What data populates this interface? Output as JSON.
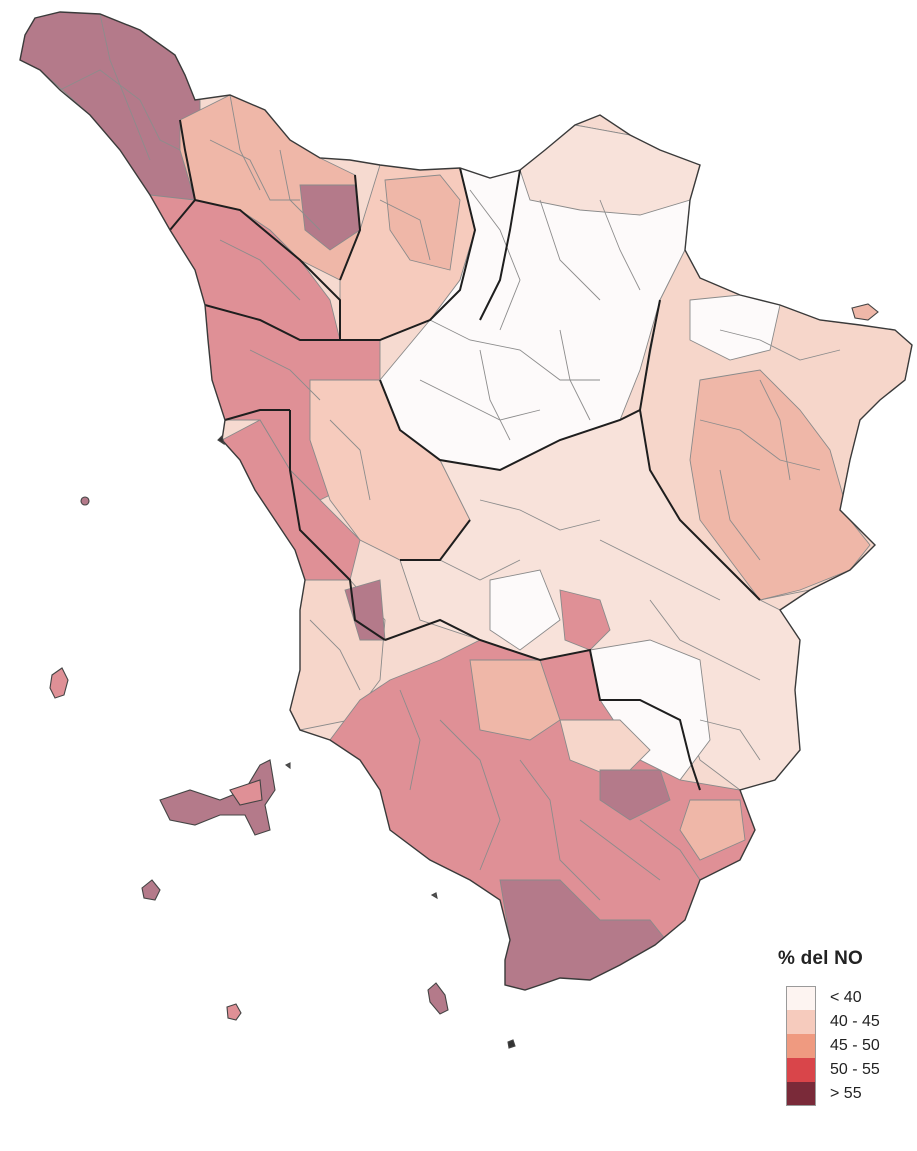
{
  "legend": {
    "title": "% del NO",
    "classes": [
      {
        "label": "< 40",
        "color": "#fdf4f1"
      },
      {
        "label": "40 - 45",
        "color": "#f6cbbd"
      },
      {
        "label": "45 - 50",
        "color": "#ef9a80"
      },
      {
        "label": "50 - 55",
        "color": "#d9454a"
      },
      {
        "label": "> 55",
        "color": "#7a2a39"
      }
    ]
  },
  "map_colors": {
    "under_40": "#fdfafa",
    "40_45": "#f6d6ca",
    "45_50": "#efb7a8",
    "50_55": "#df9096",
    "over_55": "#b47a8a",
    "municipal_border": "#7c7c7c",
    "provincial_border": "#1e1e1e"
  }
}
